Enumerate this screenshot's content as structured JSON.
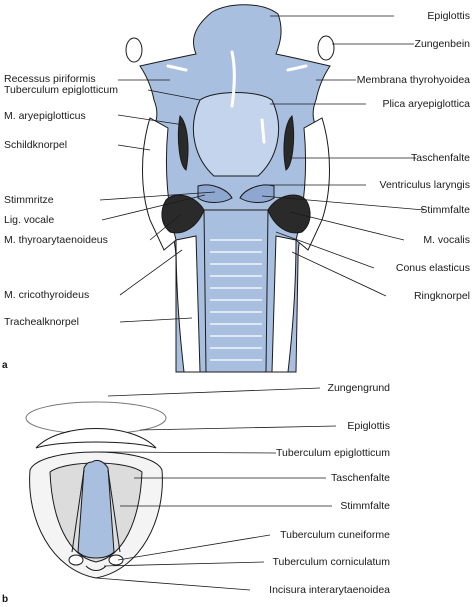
{
  "panel_a": {
    "letter": "a",
    "labels_left": [
      "Recessus piriformis",
      "Tuberculum epiglotticum",
      "M. aryepiglotticus",
      "Schildknorpel",
      "Stimmritze",
      "Lig. vocale",
      "M. thyroarytaenoideus",
      "M. cricothyroideus",
      "Trachealknorpel"
    ],
    "labels_right": [
      "Epiglottis",
      "Zungenbein",
      "Membrana thyrohyoidea",
      "Plica aryepiglottica",
      "Taschenfalte",
      "Ventriculus laryngis",
      "Stimmfalte",
      "M. vocalis",
      "Conus elasticus",
      "Ringknorpel"
    ]
  },
  "panel_b": {
    "letter": "b",
    "labels_right": [
      "Zungengrund",
      "Epiglottis",
      "Tuberculum epiglotticum",
      "Taschenfalte",
      "Stimmfalte",
      "Tuberculum cuneiforme",
      "Tuberculum corniculatum",
      "Incisura interarytaenoidea"
    ]
  },
  "colors": {
    "mucosa_blue": "#a9bfe0",
    "outline": "#1a1a1a",
    "cartilage": "#ffffff"
  }
}
